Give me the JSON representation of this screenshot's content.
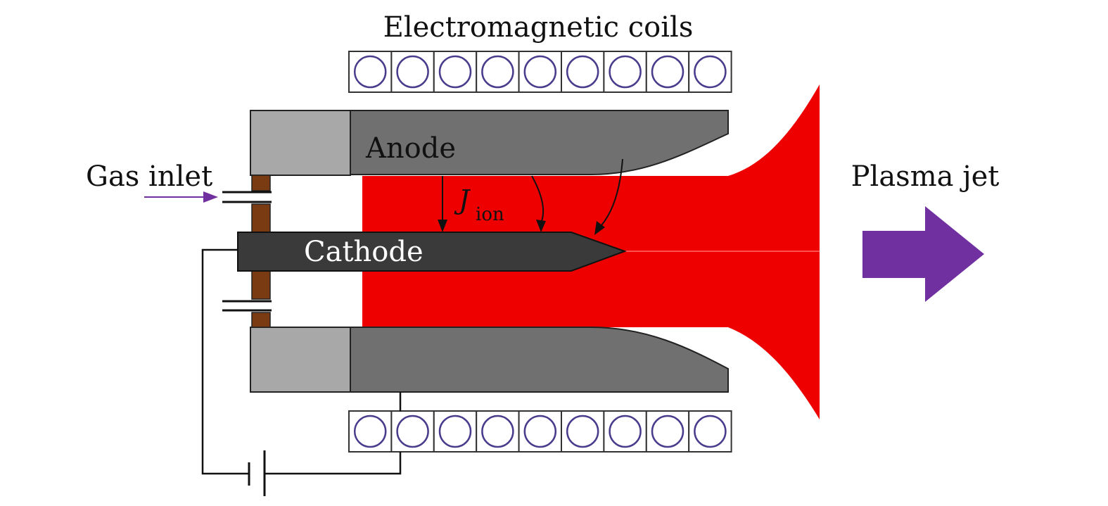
{
  "labels": {
    "coils": "Electromagnetic coils",
    "anode": "Anode",
    "cathode": "Cathode",
    "gas_inlet": "Gas inlet",
    "plasma_jet": "Plasma jet",
    "current_symbol": "J",
    "current_subscript": "ion"
  },
  "coil_count": 9,
  "colors": {
    "plasma": "#ee0000",
    "anode": "#707070",
    "insulator": "#a8a8a8",
    "cathode": "#3a3a3a",
    "seal": "#7a3a12",
    "coil_ring": "#4a3c8c",
    "arrow": "#7030a0",
    "line": "#111111"
  },
  "icons": {
    "plasma_jet_arrow": "thick-right-arrow-icon",
    "gas_inlet_arrow": "thin-right-arrow-icon",
    "power_source": "battery-icon"
  }
}
